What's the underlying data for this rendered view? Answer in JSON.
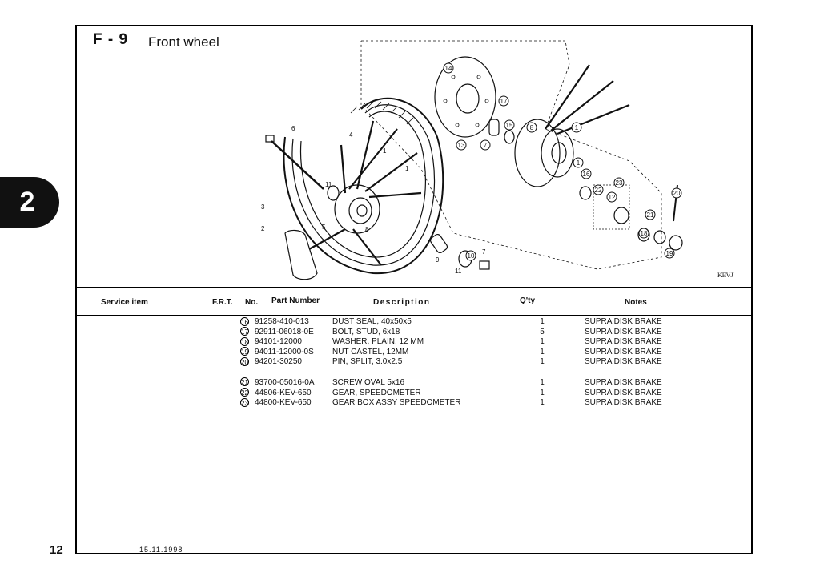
{
  "section_tab": "2",
  "page_number": "12",
  "figure": {
    "code": "F - 9",
    "title": "Front wheel",
    "drawing_code": "KEVJ",
    "callouts": [
      "1",
      "2",
      "3",
      "4",
      "5",
      "6",
      "7",
      "8",
      "9",
      "10",
      "11",
      "12",
      "13",
      "14",
      "15",
      "16",
      "17",
      "18",
      "19",
      "20",
      "21",
      "22",
      "23"
    ]
  },
  "table": {
    "headers": {
      "service_item": "Service item",
      "frt": "F.R.T.",
      "no": "No.",
      "part_number": "Part Number",
      "description": "Description",
      "qty": "Q'ty",
      "notes": "Notes"
    },
    "group1": [
      {
        "no": "16",
        "part_number": "91258-410-013",
        "description": "DUST SEAL, 40x50x5",
        "qty": "1",
        "notes": "SUPRA DISK BRAKE"
      },
      {
        "no": "17",
        "part_number": "92911-06018-0E",
        "description": "BOLT, STUD, 6x18",
        "qty": "5",
        "notes": "SUPRA DISK BRAKE"
      },
      {
        "no": "18",
        "part_number": "94101-12000",
        "description": "WASHER, PLAIN, 12 MM",
        "qty": "1",
        "notes": "SUPRA DISK BRAKE"
      },
      {
        "no": "19",
        "part_number": "94011-12000-0S",
        "description": "NUT CASTEL, 12MM",
        "qty": "1",
        "notes": "SUPRA DISK BRAKE"
      },
      {
        "no": "20",
        "part_number": "94201-30250",
        "description": "PIN, SPLIT, 3.0x2.5",
        "qty": "1",
        "notes": "SUPRA DISK BRAKE"
      }
    ],
    "group2": [
      {
        "no": "21",
        "part_number": "93700-05016-0A",
        "description": "SCREW OVAL 5x16",
        "qty": "1",
        "notes": "SUPRA DISK BRAKE"
      },
      {
        "no": "22",
        "part_number": "44806-KEV-650",
        "description": "GEAR, SPEEDOMETER",
        "qty": "1",
        "notes": "SUPRA DISK BRAKE"
      },
      {
        "no": "23",
        "part_number": "44800-KEV-650",
        "description": "GEAR BOX ASSY SPEEDOMETER",
        "qty": "1",
        "notes": "SUPRA DISK BRAKE"
      }
    ]
  },
  "footer_date": "15.11.1998"
}
